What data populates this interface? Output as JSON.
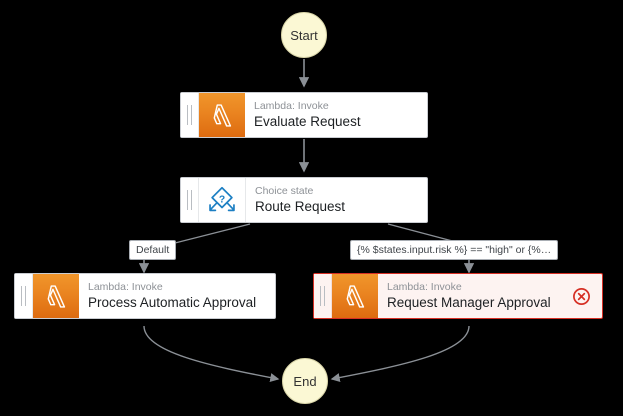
{
  "diagram": {
    "type": "aws-step-functions-workflow",
    "background_color": "#000000",
    "start": {
      "label": "Start"
    },
    "end": {
      "label": "End"
    },
    "nodes": [
      {
        "id": "evaluate-request",
        "subtitle": "Lambda: Invoke",
        "title": "Evaluate Request",
        "icon": "lambda-icon",
        "state": "normal"
      },
      {
        "id": "route-request",
        "subtitle": "Choice state",
        "title": "Route Request",
        "icon": "choice-state-icon",
        "state": "normal"
      },
      {
        "id": "process-automatic-approval",
        "subtitle": "Lambda: Invoke",
        "title": "Process Automatic Approval",
        "icon": "lambda-icon",
        "state": "normal"
      },
      {
        "id": "request-manager-approval",
        "subtitle": "Lambda: Invoke",
        "title": "Request Manager Approval",
        "icon": "lambda-icon",
        "state": "error",
        "error_icon": "error-circle-x-icon"
      }
    ],
    "edge_labels": {
      "default_branch": "Default",
      "condition_branch": "{% $states.input.risk %} == \"high\" or {%…"
    },
    "colors": {
      "lambda_orange": "#ea8420",
      "choice_blue": "#1c7fc3",
      "error_red": "#d62f24",
      "terminal_yellow": "#fbf8d4",
      "edge_gray": "#8b9096"
    }
  }
}
